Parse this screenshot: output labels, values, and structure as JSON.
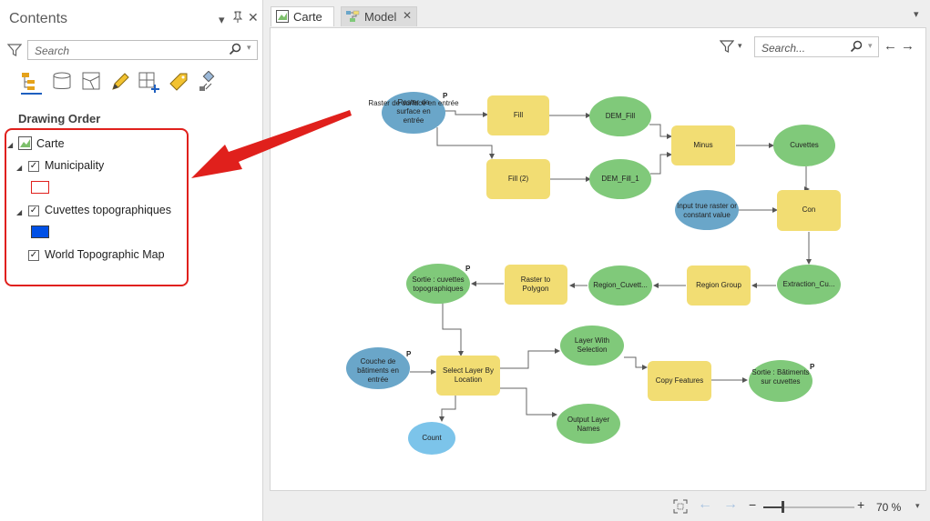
{
  "contents": {
    "title": "Contents",
    "search_placeholder": "Search",
    "section_title": "Drawing Order",
    "map_name": "Carte",
    "layers": [
      {
        "name": "Municipality",
        "checked": true
      },
      {
        "name": "Cuvettes topographiques",
        "checked": true
      },
      {
        "name": "World Topographic Map",
        "checked": true
      }
    ],
    "symbol_colors": {
      "municipality": "#e0201c",
      "cuvettes": "#0050e6"
    }
  },
  "tabs": [
    {
      "label": "Carte",
      "icon": "map-icon",
      "active": false
    },
    {
      "label": "Model",
      "icon": "model-icon",
      "active": true
    }
  ],
  "canvas": {
    "search_placeholder": "Search...",
    "zoom_level": "70 %"
  },
  "model": {
    "nodes": {
      "raster_surface": "Raster de surface en entrée",
      "fill": "Fill",
      "fill2": "Fill (2)",
      "dem_fill": "DEM_Fill",
      "dem_fill_1": "DEM_Fill_1",
      "minus": "Minus",
      "cuvettes": "Cuvettes",
      "input_true_raster": "Input true raster or constant value",
      "con": "Con",
      "extraction": "Extraction_Cu...",
      "region_group": "Region Group",
      "region_cuvett": "Region_Cuvett...",
      "raster_to_polygon": "Raster to Polygon",
      "sortie_cuvettes": "Sortie : cuvettes topographiques",
      "couche_batiments": "Couche de bâtiments en entrée",
      "select_layer": "Select Layer By Location",
      "layer_with_selection": "Layer With Selection",
      "copy_features": "Copy Features",
      "sortie_batiments": "Sortie : Bâtiments sur cuvettes",
      "output_layer_names": "Output Layer Names",
      "count": "Count"
    },
    "parameter_flag": "P"
  },
  "colors": {
    "tool": "#f2dd73",
    "derived": "#80c97a",
    "input": "#6aa6c9",
    "count": "#7cc4ea",
    "annotation_red": "#e0201c"
  }
}
